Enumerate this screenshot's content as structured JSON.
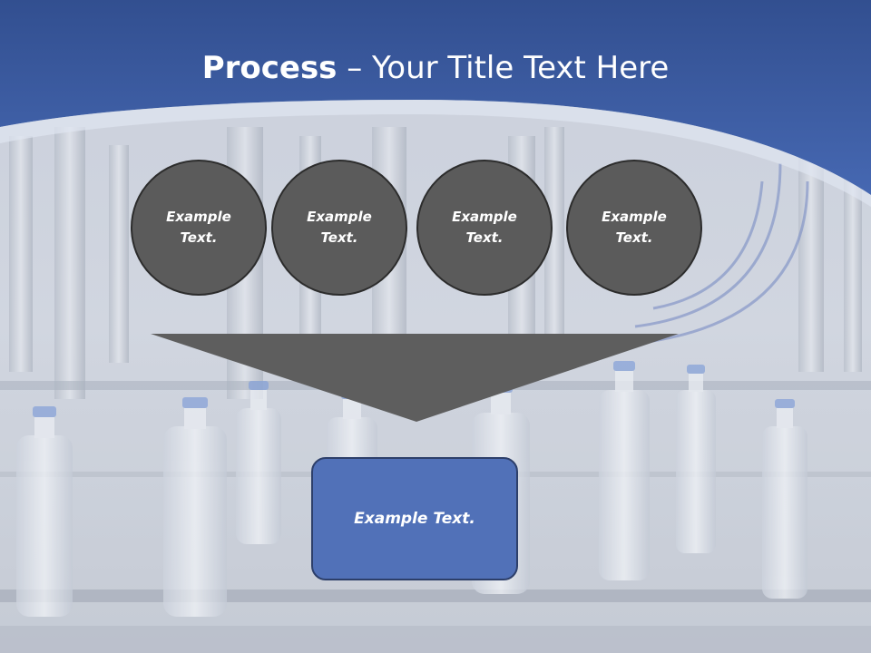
{
  "title": {
    "bold": "Process",
    "rest": " – Your Title Text Here"
  },
  "steps": [
    {
      "line1": "Example",
      "line2": "Text."
    },
    {
      "line1": "Example",
      "line2": "Text."
    },
    {
      "line1": "Example",
      "line2": "Text."
    },
    {
      "line1": "Example",
      "line2": "Text."
    }
  ],
  "result": {
    "label": "Example Text."
  },
  "colors": {
    "header_blue": "#3f64ad",
    "circle_fill": "#5b5b5b",
    "funnel_fill": "#5e5e5e",
    "result_fill": "#5171b8"
  }
}
